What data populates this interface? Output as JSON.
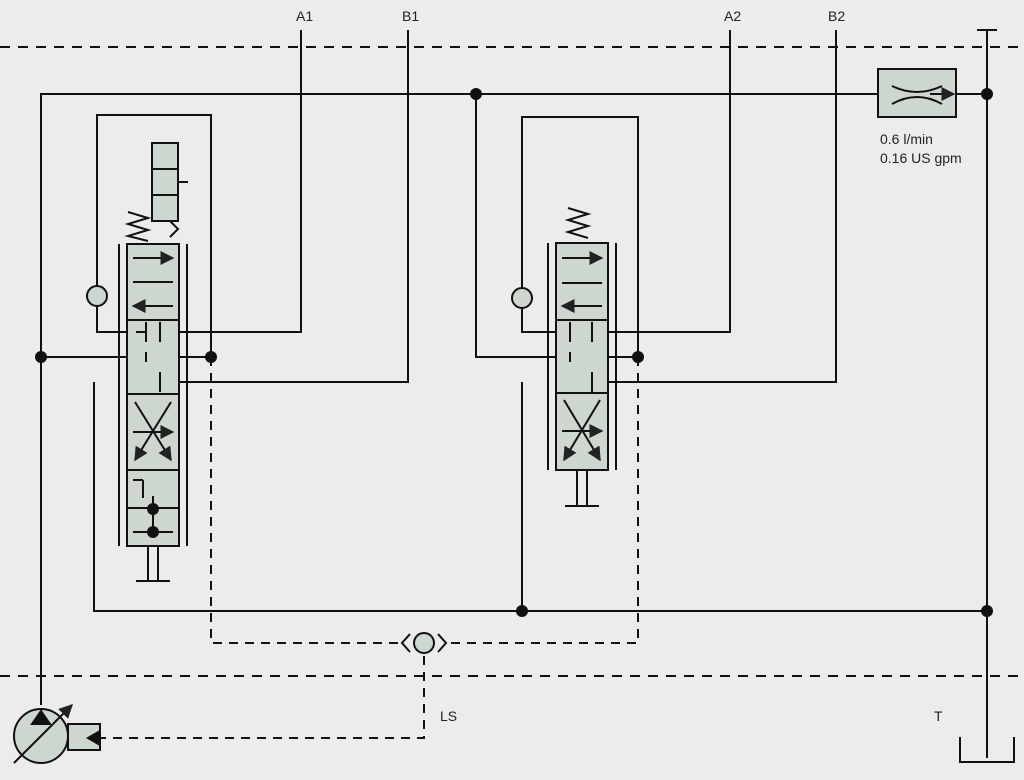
{
  "ports": {
    "a1": "A1",
    "b1": "B1",
    "a2": "A2",
    "b2": "B2",
    "ls": "LS",
    "t": "T"
  },
  "orifice": {
    "flow_lpm": "0.6 l/min",
    "flow_gpm": "0.16 US gpm"
  },
  "colors": {
    "background": "#ececec",
    "component_fill": "#cdd6cf",
    "line": "#111111"
  },
  "icons": {
    "pump": "variable-displacement-pump-icon",
    "shuttle": "shuttle-valve-icon",
    "orifice": "flow-restrictor-icon",
    "tank": "tank-icon"
  }
}
